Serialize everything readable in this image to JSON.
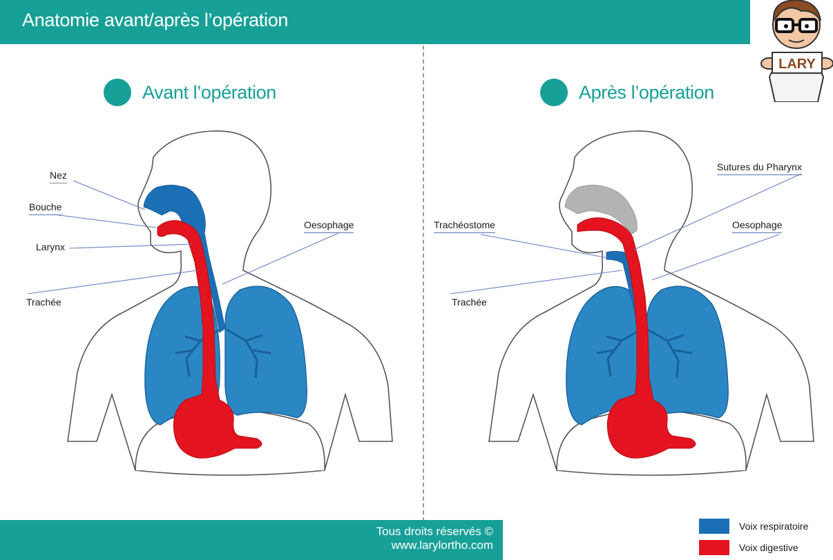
{
  "header": {
    "title": "Anatomie avant/après l’opération"
  },
  "sections": {
    "before": {
      "title": "Avant l’opération"
    },
    "after": {
      "title": "Après l’opération"
    }
  },
  "labels": {
    "before": {
      "nez": "Nez",
      "bouche": "Bouche",
      "larynx": "Larynx",
      "trachee": "Trachée",
      "oesophage": "Oesophage"
    },
    "after": {
      "sutures": "Sutures du Pharynx",
      "tracheostome": "Trachéostome",
      "oesophage": "Oesophage",
      "trachee": "Trachée"
    }
  },
  "legend": [
    {
      "label": "Voix respiratoire",
      "color": "#1b6fb5"
    },
    {
      "label": "Voix digestive",
      "color": "#e3141f"
    }
  ],
  "footer": {
    "line1": "Tous droits réservés ©",
    "line2": "www.larylortho.com"
  },
  "mascot": {
    "sign": "LARY"
  },
  "colors": {
    "accent": "#17a097",
    "respiratory": "#1b6fb5",
    "lung": "#2a87c4",
    "digestive": "#e3141f",
    "removed": "#b4b4b4"
  }
}
